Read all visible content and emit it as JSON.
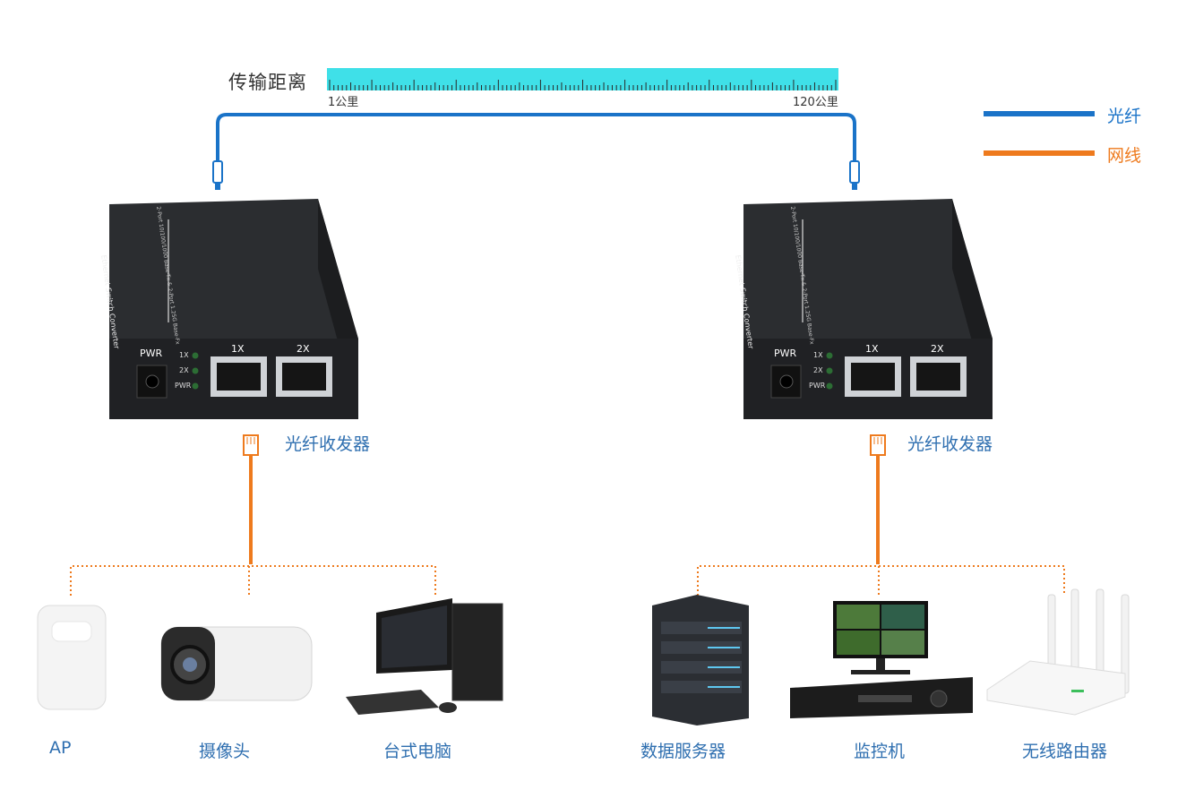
{
  "distance": {
    "title": "传输距离",
    "min_label": "1公里",
    "max_label": "120公里",
    "color": "#3fe0e8"
  },
  "legend": {
    "fiber_label": "光纤",
    "fiber_color": "#1a73c8",
    "cable_label": "网线",
    "cable_color": "#ee7a1d"
  },
  "converters": [
    {
      "label": "光纤收发器",
      "brand_text": "Ethernet Switch Converter",
      "spec_text": "2-Port 10/100/1000 Base-Tx & 2-Port 1.25G Base-Fx",
      "pwr": "PWR",
      "led_1x": "1X",
      "led_2x": "2X",
      "led_pwr": "PWR",
      "port_1x": "1X",
      "port_2x": "2X"
    },
    {
      "label": "光纤收发器",
      "brand_text": "Ethernet Switch Converter",
      "spec_text": "2-Port 10/100/1000 Base-Tx & 2-Port 1.25G Base-Fx",
      "pwr": "PWR",
      "led_1x": "1X",
      "led_2x": "2X",
      "led_pwr": "PWR",
      "port_1x": "1X",
      "port_2x": "2X"
    }
  ],
  "left_devices": [
    "AP",
    "摄像头",
    "台式电脑"
  ],
  "right_devices": [
    "数据服务器",
    "监控机",
    "无线路由器"
  ]
}
